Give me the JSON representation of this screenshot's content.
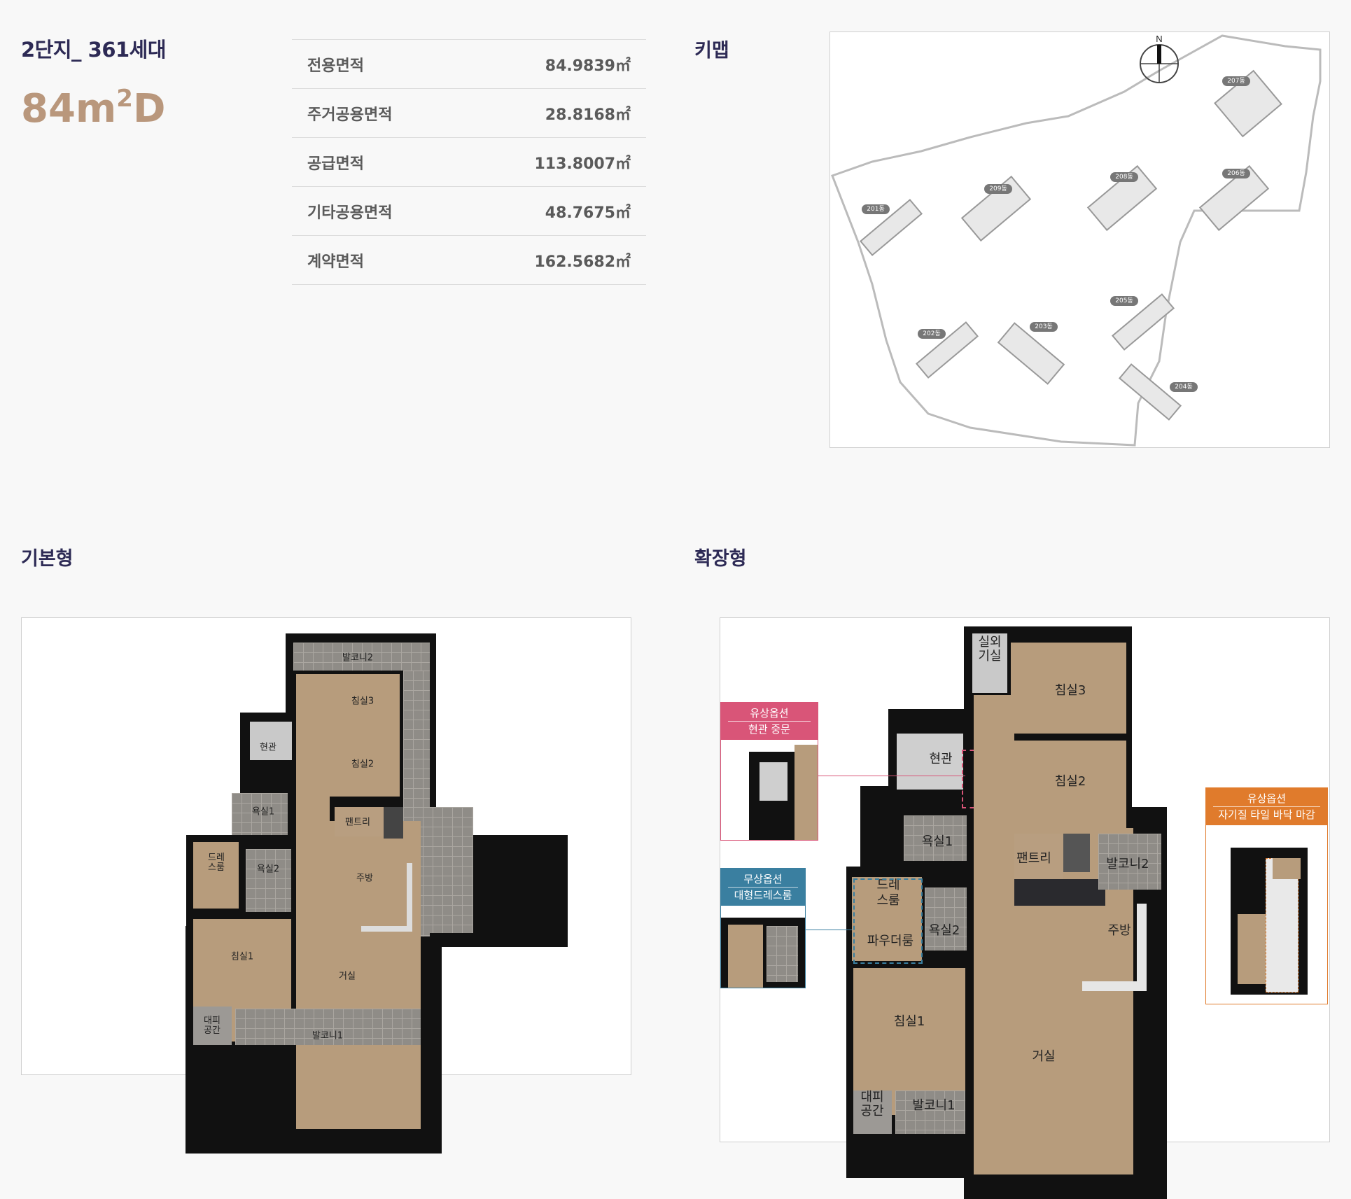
{
  "header": {
    "complex": "2단지_ 361세대",
    "unit_main": "84m",
    "unit_sup": "2",
    "unit_suffix": "D"
  },
  "areas": [
    {
      "label": "전용면적",
      "value": "84.9839㎡"
    },
    {
      "label": "주거공용면적",
      "value": "28.8168㎡"
    },
    {
      "label": "공급면적",
      "value": "113.8007㎡"
    },
    {
      "label": "기타공용면적",
      "value": "48.7675㎡"
    },
    {
      "label": "계약면적",
      "value": "162.5682㎡"
    }
  ],
  "keymap": {
    "title": "키맵",
    "compass": "N",
    "buildings": [
      "207동",
      "209동",
      "208동",
      "206동",
      "201동",
      "202동",
      "203동",
      "205동",
      "204동"
    ]
  },
  "basic": {
    "title": "기본형",
    "rooms": {
      "balcony2": "발코니2",
      "bed3": "침실3",
      "entrance": "현관",
      "bed2": "침실2",
      "bath1": "욕실1",
      "pantry": "팬트리",
      "dress_a": "드레",
      "dress_b": "스룸",
      "bath2": "욕실2",
      "kitchen": "주방",
      "bed1": "침실1",
      "living": "거실",
      "evac_a": "대피",
      "evac_b": "공간",
      "balcony1": "발코니1"
    }
  },
  "extended": {
    "title": "확장형",
    "rooms": {
      "outdoor_a": "실외",
      "outdoor_b": "기실",
      "bed3": "침실3",
      "entrance": "현관",
      "bed2": "침실2",
      "bath1": "욕실1",
      "pantry": "팬트리",
      "balcony2": "발코니2",
      "dress_a": "드레",
      "dress_b": "스룸",
      "powder": "파우더룸",
      "bath2": "욕실2",
      "kitchen": "주방",
      "bed1": "침실1",
      "living": "거실",
      "evac_a": "대피",
      "evac_b": "공간",
      "balcony1": "발코니1"
    },
    "options": [
      {
        "line1": "유상옵션",
        "line2": "현관 중문",
        "color": "#d95578"
      },
      {
        "line1": "무상옵션",
        "line2": "대형드레스룸",
        "color": "#3a7fa0"
      },
      {
        "line1": "유상옵션",
        "line2": "자기질 타일 바닥 마감",
        "color": "#e07b2c"
      }
    ]
  }
}
